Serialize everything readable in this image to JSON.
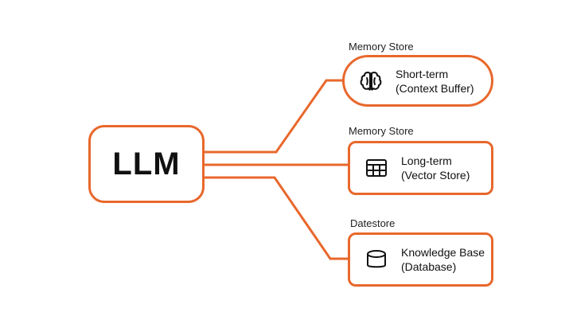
{
  "colors": {
    "accent": "#e8682c",
    "text": "#111111",
    "background": "#ffffff"
  },
  "llm": {
    "label": "LLM"
  },
  "nodes": [
    {
      "category": "Memory Store",
      "line1": "Short-term",
      "line2": "(Context Buffer)",
      "icon": "brain-icon"
    },
    {
      "category": "Memory Store",
      "line1": "Long-term",
      "line2": "(Vector Store)",
      "icon": "table-grid-icon"
    },
    {
      "category": "Datestore",
      "line1": "Knowledge Base",
      "line2": "(Database)",
      "icon": "database-cylinder-icon"
    }
  ]
}
